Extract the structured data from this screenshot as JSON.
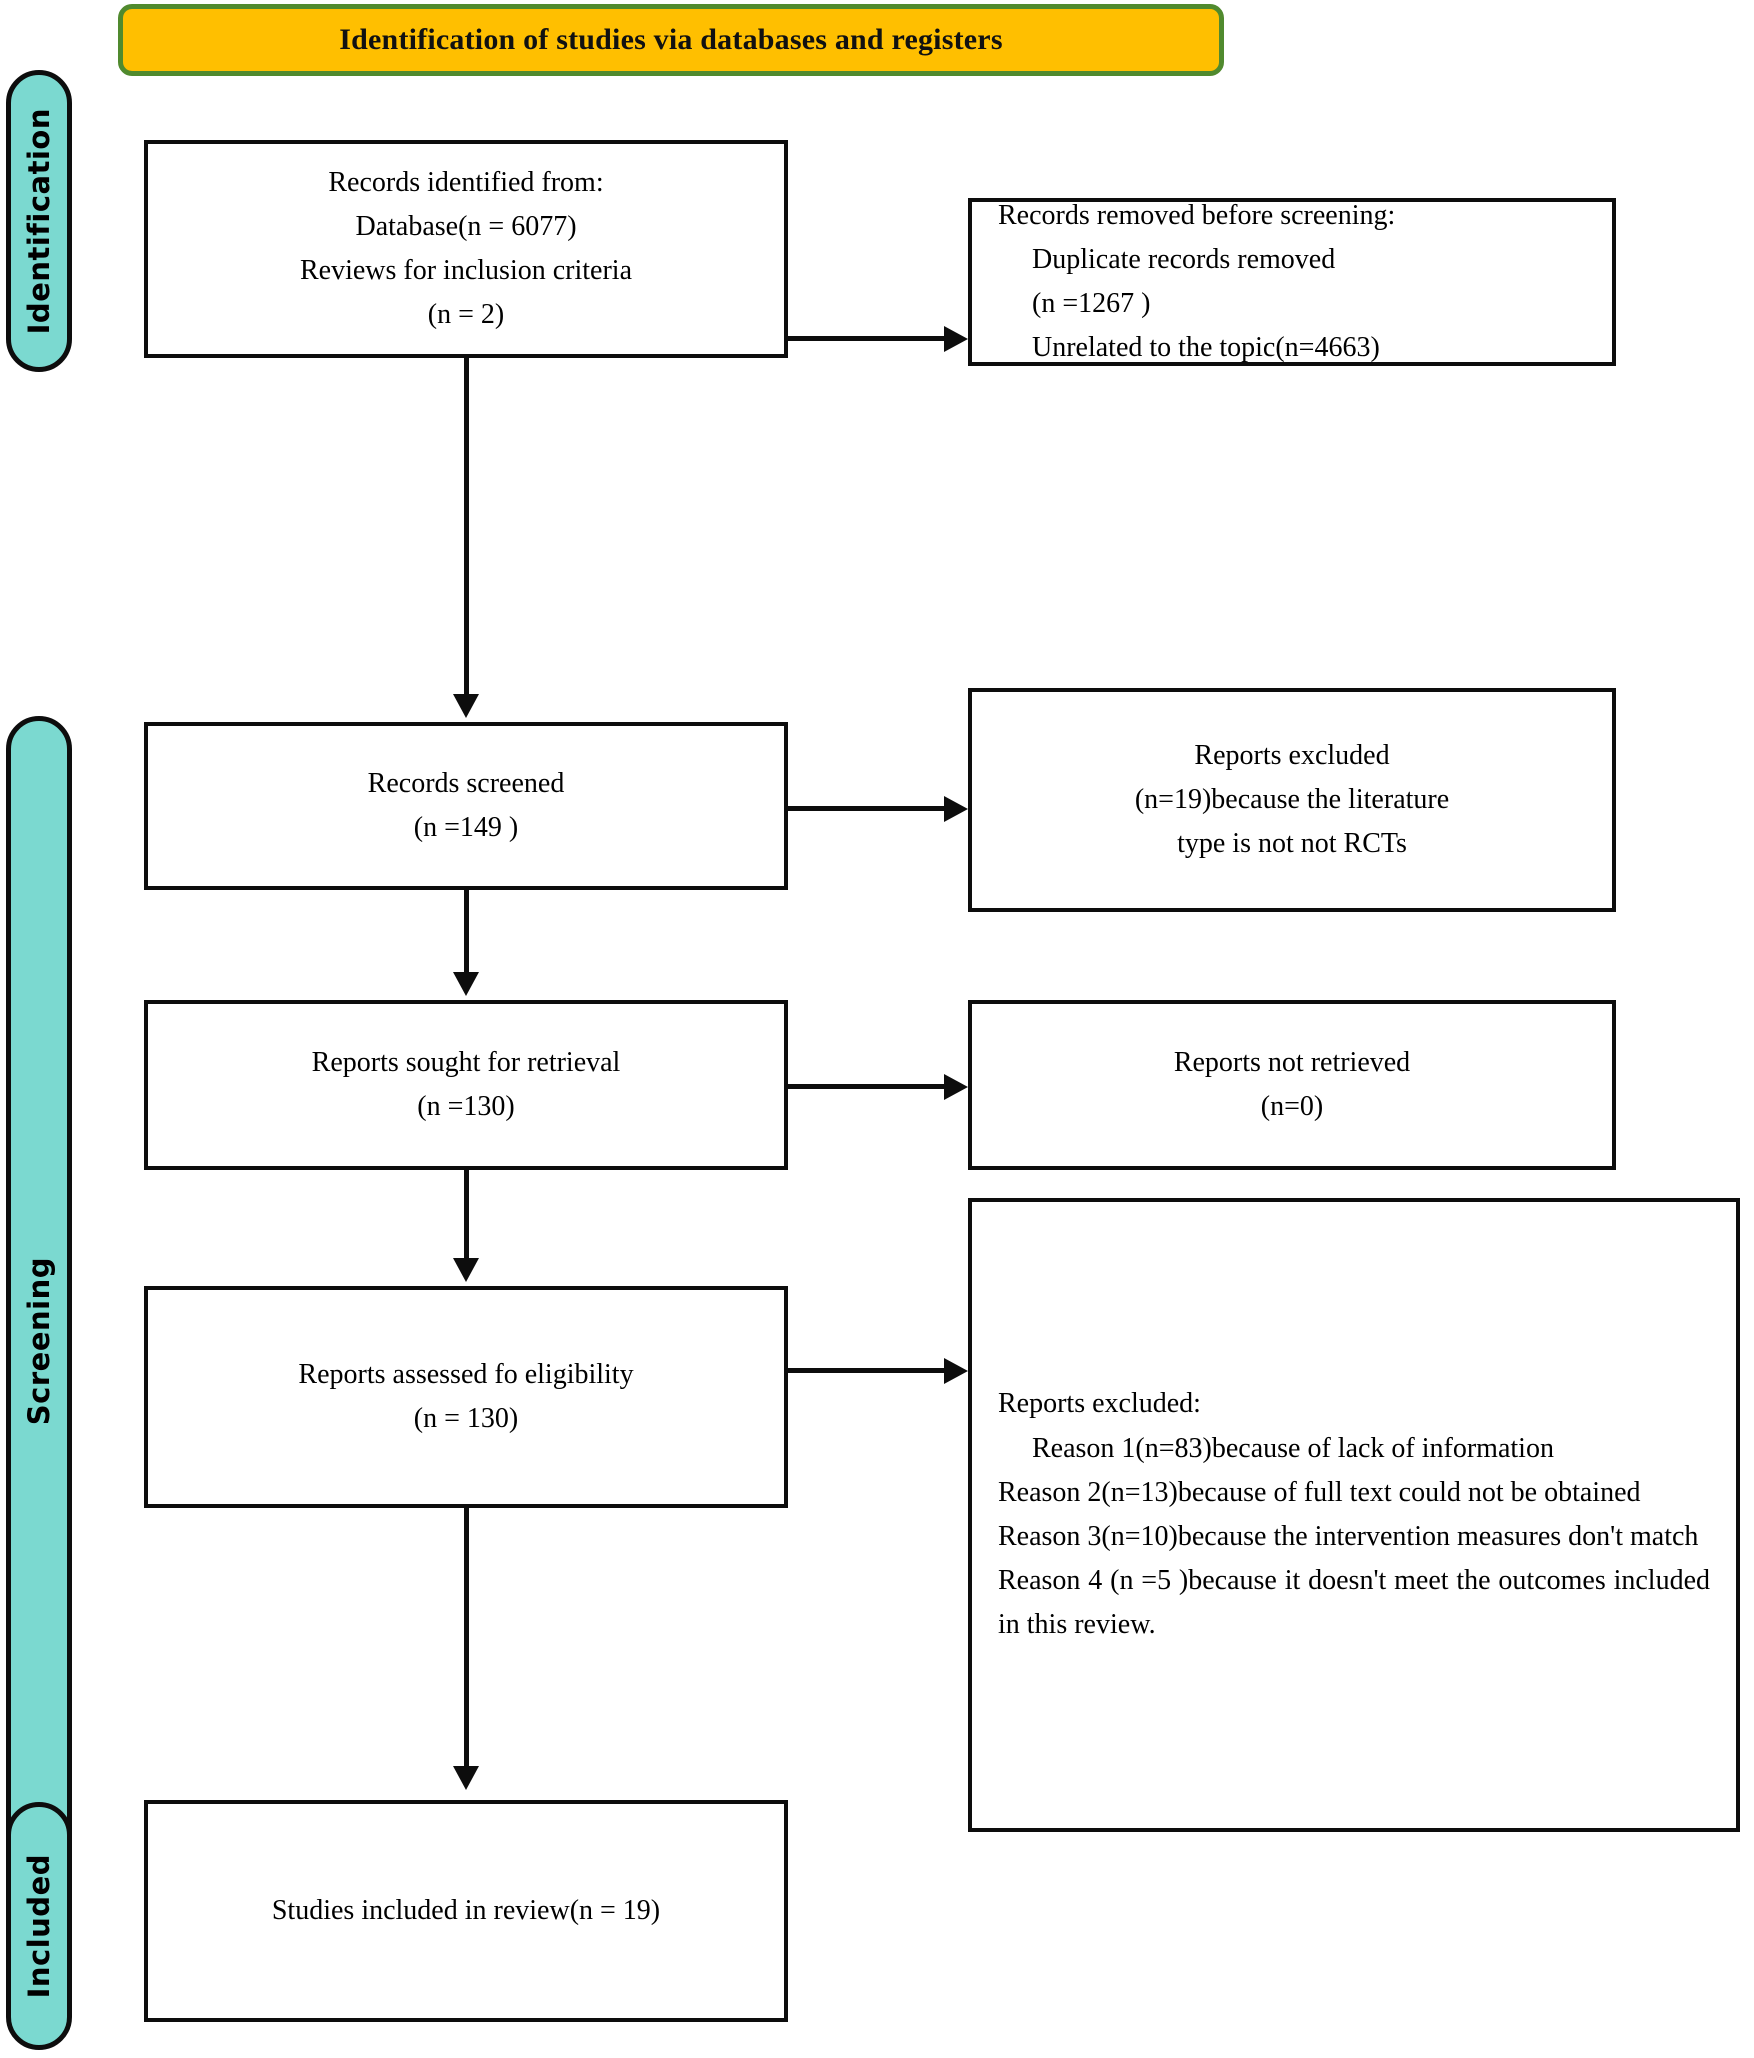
{
  "header": {
    "title": "Identification of studies via databases and registers",
    "background": "#FFBF00",
    "border_color": "#508A2E"
  },
  "stages": {
    "accent_color": "#7BD9D0",
    "identification": "Identification",
    "screening": "Screening",
    "included": "Included"
  },
  "boxes": {
    "identified": {
      "line1": "Records identified from:",
      "line2": "Database(n = 6077)",
      "line3": "Reviews for inclusion criteria",
      "line4": "(n = 2)"
    },
    "removed": {
      "line1": "Records removed before screening:",
      "line2": "Duplicate records removed",
      "line3": "(n =1267 )",
      "line4": "Unrelated to the topic(n=4663)"
    },
    "screened": {
      "line1": "Records screened",
      "line2": "(n =149 )"
    },
    "excluded_screening": {
      "line1": "Reports excluded",
      "line2": "(n=19)because the literature",
      "line3": "type is not not RCTs"
    },
    "sought": {
      "line1": "Reports sought for retrieval",
      "line2": "(n =130)"
    },
    "not_retrieved": {
      "line1": "Reports not retrieved",
      "line2": "(n=0)"
    },
    "assessed": {
      "line1": "Reports assessed fo eligibility",
      "line2": "(n = 130)"
    },
    "excluded_eligibility": {
      "heading": "Reports excluded:",
      "reason1": "Reason 1(n=83)because of lack of information",
      "reason2": "Reason 2(n=13)because of full text could not be obtained",
      "reason3": "Reason 3(n=10)because the intervention measures don't match",
      "reason4": "Reason 4 (n =5 )because it doesn't meet the outcomes included in this review."
    },
    "included": {
      "line1": "Studies included in review(n = 19)"
    }
  }
}
